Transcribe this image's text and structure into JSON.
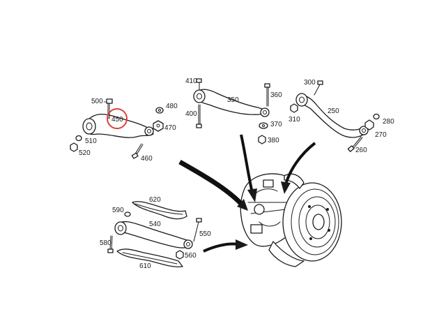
{
  "diagram": {
    "highlight_color": "#d9433b",
    "highlighted_part": "450",
    "labels": {
      "p500": "500",
      "p450": "450",
      "p480": "480",
      "p470": "470",
      "p510": "510",
      "p520": "520",
      "p460": "460",
      "p410": "410",
      "p350": "350",
      "p360": "360",
      "p400": "400",
      "p370": "370",
      "p380": "380",
      "p300": "300",
      "p250": "250",
      "p310": "310",
      "p280": "280",
      "p270": "270",
      "p260": "260",
      "p620": "620",
      "p590": "590",
      "p540": "540",
      "p550": "550",
      "p580": "580",
      "p560": "560",
      "p610": "610"
    }
  }
}
